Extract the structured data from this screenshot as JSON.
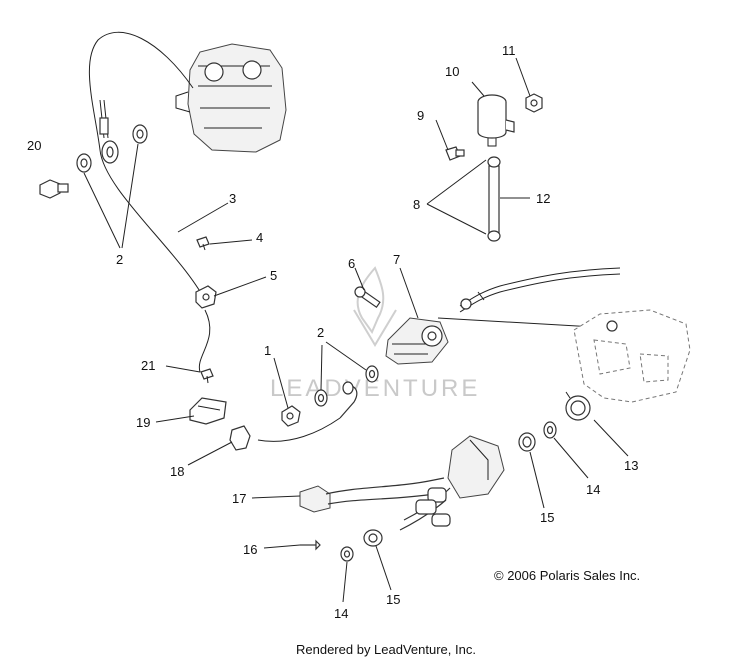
{
  "callouts": [
    {
      "id": "c20",
      "text": "20"
    },
    {
      "id": "c2a",
      "text": "2"
    },
    {
      "id": "c3",
      "text": "3"
    },
    {
      "id": "c4",
      "text": "4"
    },
    {
      "id": "c5",
      "text": "5"
    },
    {
      "id": "c9",
      "text": "9"
    },
    {
      "id": "c10",
      "text": "10"
    },
    {
      "id": "c11",
      "text": "11"
    },
    {
      "id": "c8",
      "text": "8"
    },
    {
      "id": "c12",
      "text": "12"
    },
    {
      "id": "c6",
      "text": "6"
    },
    {
      "id": "c7",
      "text": "7"
    },
    {
      "id": "c21",
      "text": "21"
    },
    {
      "id": "c1",
      "text": "1"
    },
    {
      "id": "c2b",
      "text": "2"
    },
    {
      "id": "c19",
      "text": "19"
    },
    {
      "id": "c18",
      "text": "18"
    },
    {
      "id": "c17",
      "text": "17"
    },
    {
      "id": "c13",
      "text": "13"
    },
    {
      "id": "c14a",
      "text": "14"
    },
    {
      "id": "c15a",
      "text": "15"
    },
    {
      "id": "c16",
      "text": "16"
    },
    {
      "id": "c14b",
      "text": "14"
    },
    {
      "id": "c15b",
      "text": "15"
    }
  ],
  "watermark": "LEADVENTURE",
  "copyright": "© 2006 Polaris Sales Inc.",
  "footer": "Rendered by LeadVenture, Inc."
}
